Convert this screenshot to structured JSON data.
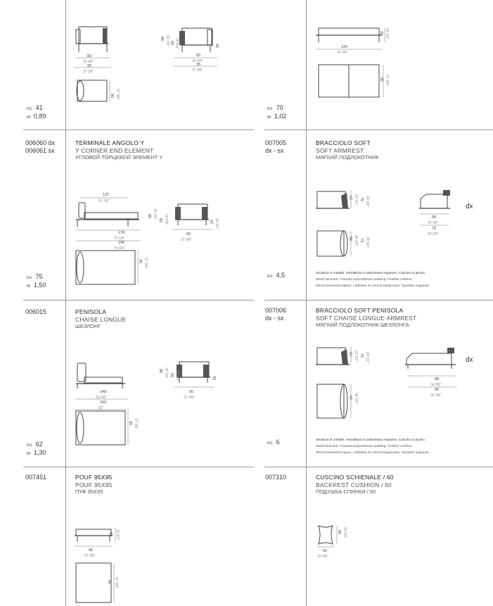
{
  "left": [
    {
      "codes": [],
      "names": {
        "it": "",
        "en": "",
        "ru": ""
      },
      "kg_label": "KG.",
      "kg": "41",
      "m2_label": "M²",
      "m2": "0,89",
      "dims": {
        "w1": "83",
        "w1s": "32 5/8\"",
        "w2": "95",
        "w2s": "37 3/8\"",
        "d": "95",
        "ds": "37 3/8\"",
        "h1": "86",
        "h1s": "33 7/8\"",
        "h2": "65",
        "h2s": "25 5/8\"",
        "h3": "42",
        "h3s": "16 1/2\"",
        "sw1": "83",
        "sw1s": "32 5/8\"",
        "sw2": "95",
        "sw2s": "37 3/8\""
      }
    },
    {
      "codes": [
        "006060 dx",
        "006061 sx"
      ],
      "names": {
        "it": "TERMINALE ANGOLO Y",
        "en": "Y CORNER END ELEMENT",
        "ru": "УГЛОВОЙ ТОРЦЕВОЙ ЭЛЕМЕНТ Y"
      },
      "kg_label": "KG.",
      "kg": "75",
      "m2_label": "M²",
      "m2": "1,50",
      "dims": {
        "t1": "137",
        "t1s": "53 7/8\"",
        "w1": "178",
        "w1s": "70 1/8\"",
        "w2": "190",
        "w2s": "74 3/4\"",
        "d": "95",
        "ds": "37 3/8\"",
        "h1": "86",
        "h1s": "33 7/8\"",
        "h2": "65",
        "h2s": "25 5/8\"",
        "h3": "42",
        "h3s": "16 1/2\"",
        "sw": "95",
        "sws": "37 3/8\""
      }
    },
    {
      "codes": [
        "006015"
      ],
      "names": {
        "it": "PENISOLA",
        "en": "CHAISE LONGUE",
        "ru": "ШЕЗЛОНГ"
      },
      "kg_label": "KG.",
      "kg": "62",
      "m2_label": "M²",
      "m2": "1,30",
      "dims": {
        "w1": "148",
        "w1s": "32 5/8\"",
        "w2": "160",
        "w2s": "63\"",
        "d": "95",
        "ds": "37 3/8\"",
        "h1": "86",
        "h1s": "33 7/8\"",
        "h2": "65",
        "h2s": "25 5/8\"",
        "h3": "42",
        "h3s": "16 1/2\"",
        "sw": "95",
        "sws": "37 3/8\""
      }
    },
    {
      "codes": [
        "007451"
      ],
      "names": {
        "it": "POUF 95X95",
        "en": "POUF 95X95",
        "ru": "ПУФ 95Х95"
      },
      "dims": {
        "w": "95",
        "ws": "37 3/8\"",
        "h": "42",
        "hs": "16 1/2\"",
        "d": "95",
        "ds": "37 3/8\""
      }
    }
  ],
  "right": [
    {
      "codes": [],
      "names": {
        "it": "",
        "en": "",
        "ru": ""
      },
      "kg_label": "KG.",
      "kg": "70",
      "m2_label": "M²",
      "m2": "1,02",
      "dims": {
        "w": "190",
        "ws": "74 3/4\"",
        "h": "42",
        "hs": "16 1/2\"",
        "d": "95",
        "ds": "37 3/8\""
      }
    },
    {
      "codes": [
        "007005",
        "dx - sx"
      ],
      "names": {
        "it": "BRACCIOLO SOFT",
        "en": "SOFT ARMREST",
        "ru": "МЯГКИЙ ПОДЛОКОТНИК"
      },
      "kg_label": "KG.",
      "kg": "4,5",
      "side": "dx",
      "notes": {
        "it": "Struttura in metallo. Imbottitura in poliuretano espanso. Cuscino in piumo.",
        "en": "Metal structure. Foamed polyurethane padding. Feather cushion.",
        "ru": "Металлический каркас. Набивка из пенополиуретана. Пуховая подушка."
      },
      "dims": {
        "h1": "57",
        "h1s": "22 1/2\"",
        "h2": "75",
        "h2s": "29 1/2\"",
        "d1": "68",
        "d1s": "26 3/4\"",
        "d2": "73",
        "d2s": "28 3/4\"",
        "w1": "68",
        "w1s": "26 3/4\"",
        "w2": "73",
        "w2s": "28 3/4\""
      }
    },
    {
      "codes": [
        "007006",
        "dx - sx"
      ],
      "names": {
        "it": "BRACCIOLO SOFT PENISOLA",
        "en": "SOFT CHAISE LONGUE ARMREST",
        "ru": "МЯГКИЙ ПОДЛОКОТНИК ШЕЗЛОНГА"
      },
      "kg_label": "KG.",
      "kg": "6",
      "side": "dx",
      "notes": {
        "it": "Struttura in metallo. Imbottitura in poliuretano espanso. Cuscino in piumo.",
        "en": "Metal structure. Foamed polyurethane padding. Feather cushion.",
        "ru": "Металлический каркас. Набивка из пенополиуретана. Пуховая подушка."
      },
      "dims": {
        "h1": "57",
        "h1s": "22 1/2\"",
        "h2": "75",
        "h2s": "29 1/2\"",
        "d": "97",
        "ds": "38 1/4\"",
        "w1": "88",
        "w1s": "34 5/8\"",
        "w2": "90",
        "w2s": "35 3/8\""
      }
    },
    {
      "codes": [
        "007310"
      ],
      "names": {
        "it": "CUSCINO SCHIENALE / 60",
        "en": "BACKREST CUSHION / 60",
        "ru": "ПОДУШКА СПИНКИ / 60"
      },
      "dims": {
        "h": "60",
        "hs": "23 5/8\"",
        "w": "60",
        "ws": "23 5/8\""
      }
    }
  ]
}
